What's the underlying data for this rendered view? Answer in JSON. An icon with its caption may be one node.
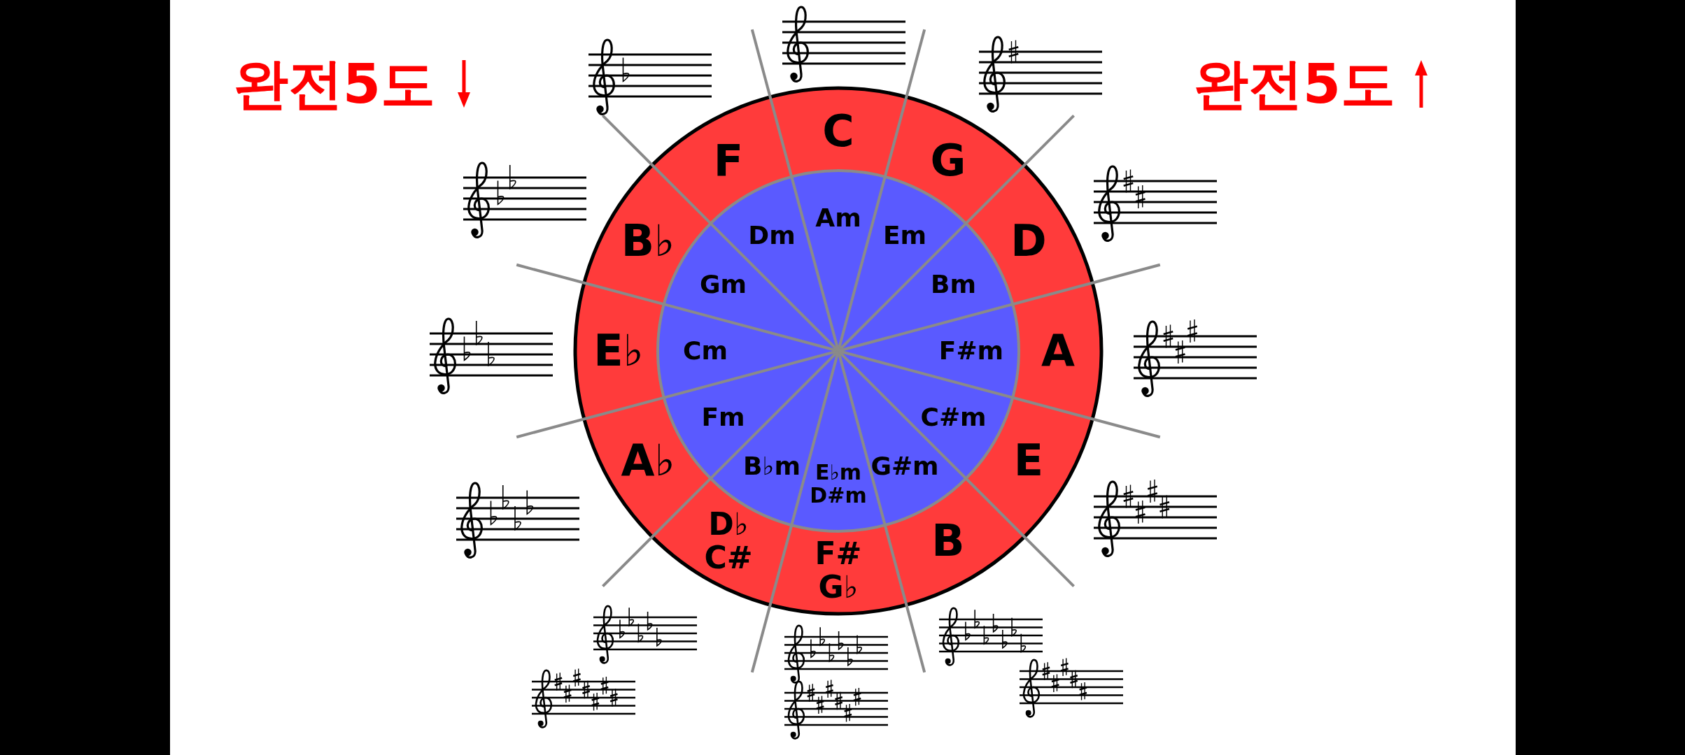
{
  "diagram": {
    "nodes": [
      {
        "text": [
          "C"
        ]
      },
      {
        "text": [
          "G"
        ]
      },
      {
        "text": [
          "D"
        ]
      },
      {
        "text": [
          "A"
        ]
      },
      {
        "text": [
          "E"
        ]
      },
      {
        "text": [
          "B"
        ]
      },
      {
        "text": [
          "F#",
          "G♭"
        ]
      },
      {
        "text": [
          "D♭",
          "C#"
        ]
      },
      {
        "text": [
          "A♭"
        ]
      },
      {
        "text": [
          "E♭"
        ]
      },
      {
        "text": [
          "B♭"
        ]
      },
      {
        "text": [
          "F"
        ]
      },
      {
        "text": [
          "Am"
        ]
      },
      {
        "text": [
          "Em"
        ]
      },
      {
        "text": [
          "Bm"
        ]
      },
      {
        "text": [
          "F#m"
        ]
      },
      {
        "text": [
          "C#m"
        ]
      },
      {
        "text": [
          "G#m"
        ]
      },
      {
        "text": [
          "E♭m",
          "D#m"
        ]
      },
      {
        "text": [
          "B♭m"
        ]
      },
      {
        "text": [
          "Fm"
        ]
      },
      {
        "text": [
          "Cm"
        ]
      },
      {
        "text": [
          "Gm"
        ]
      },
      {
        "text": [
          "Dm"
        ]
      }
    ],
    "labels": [
      "완전5도",
      "완전5도"
    ]
  }
}
